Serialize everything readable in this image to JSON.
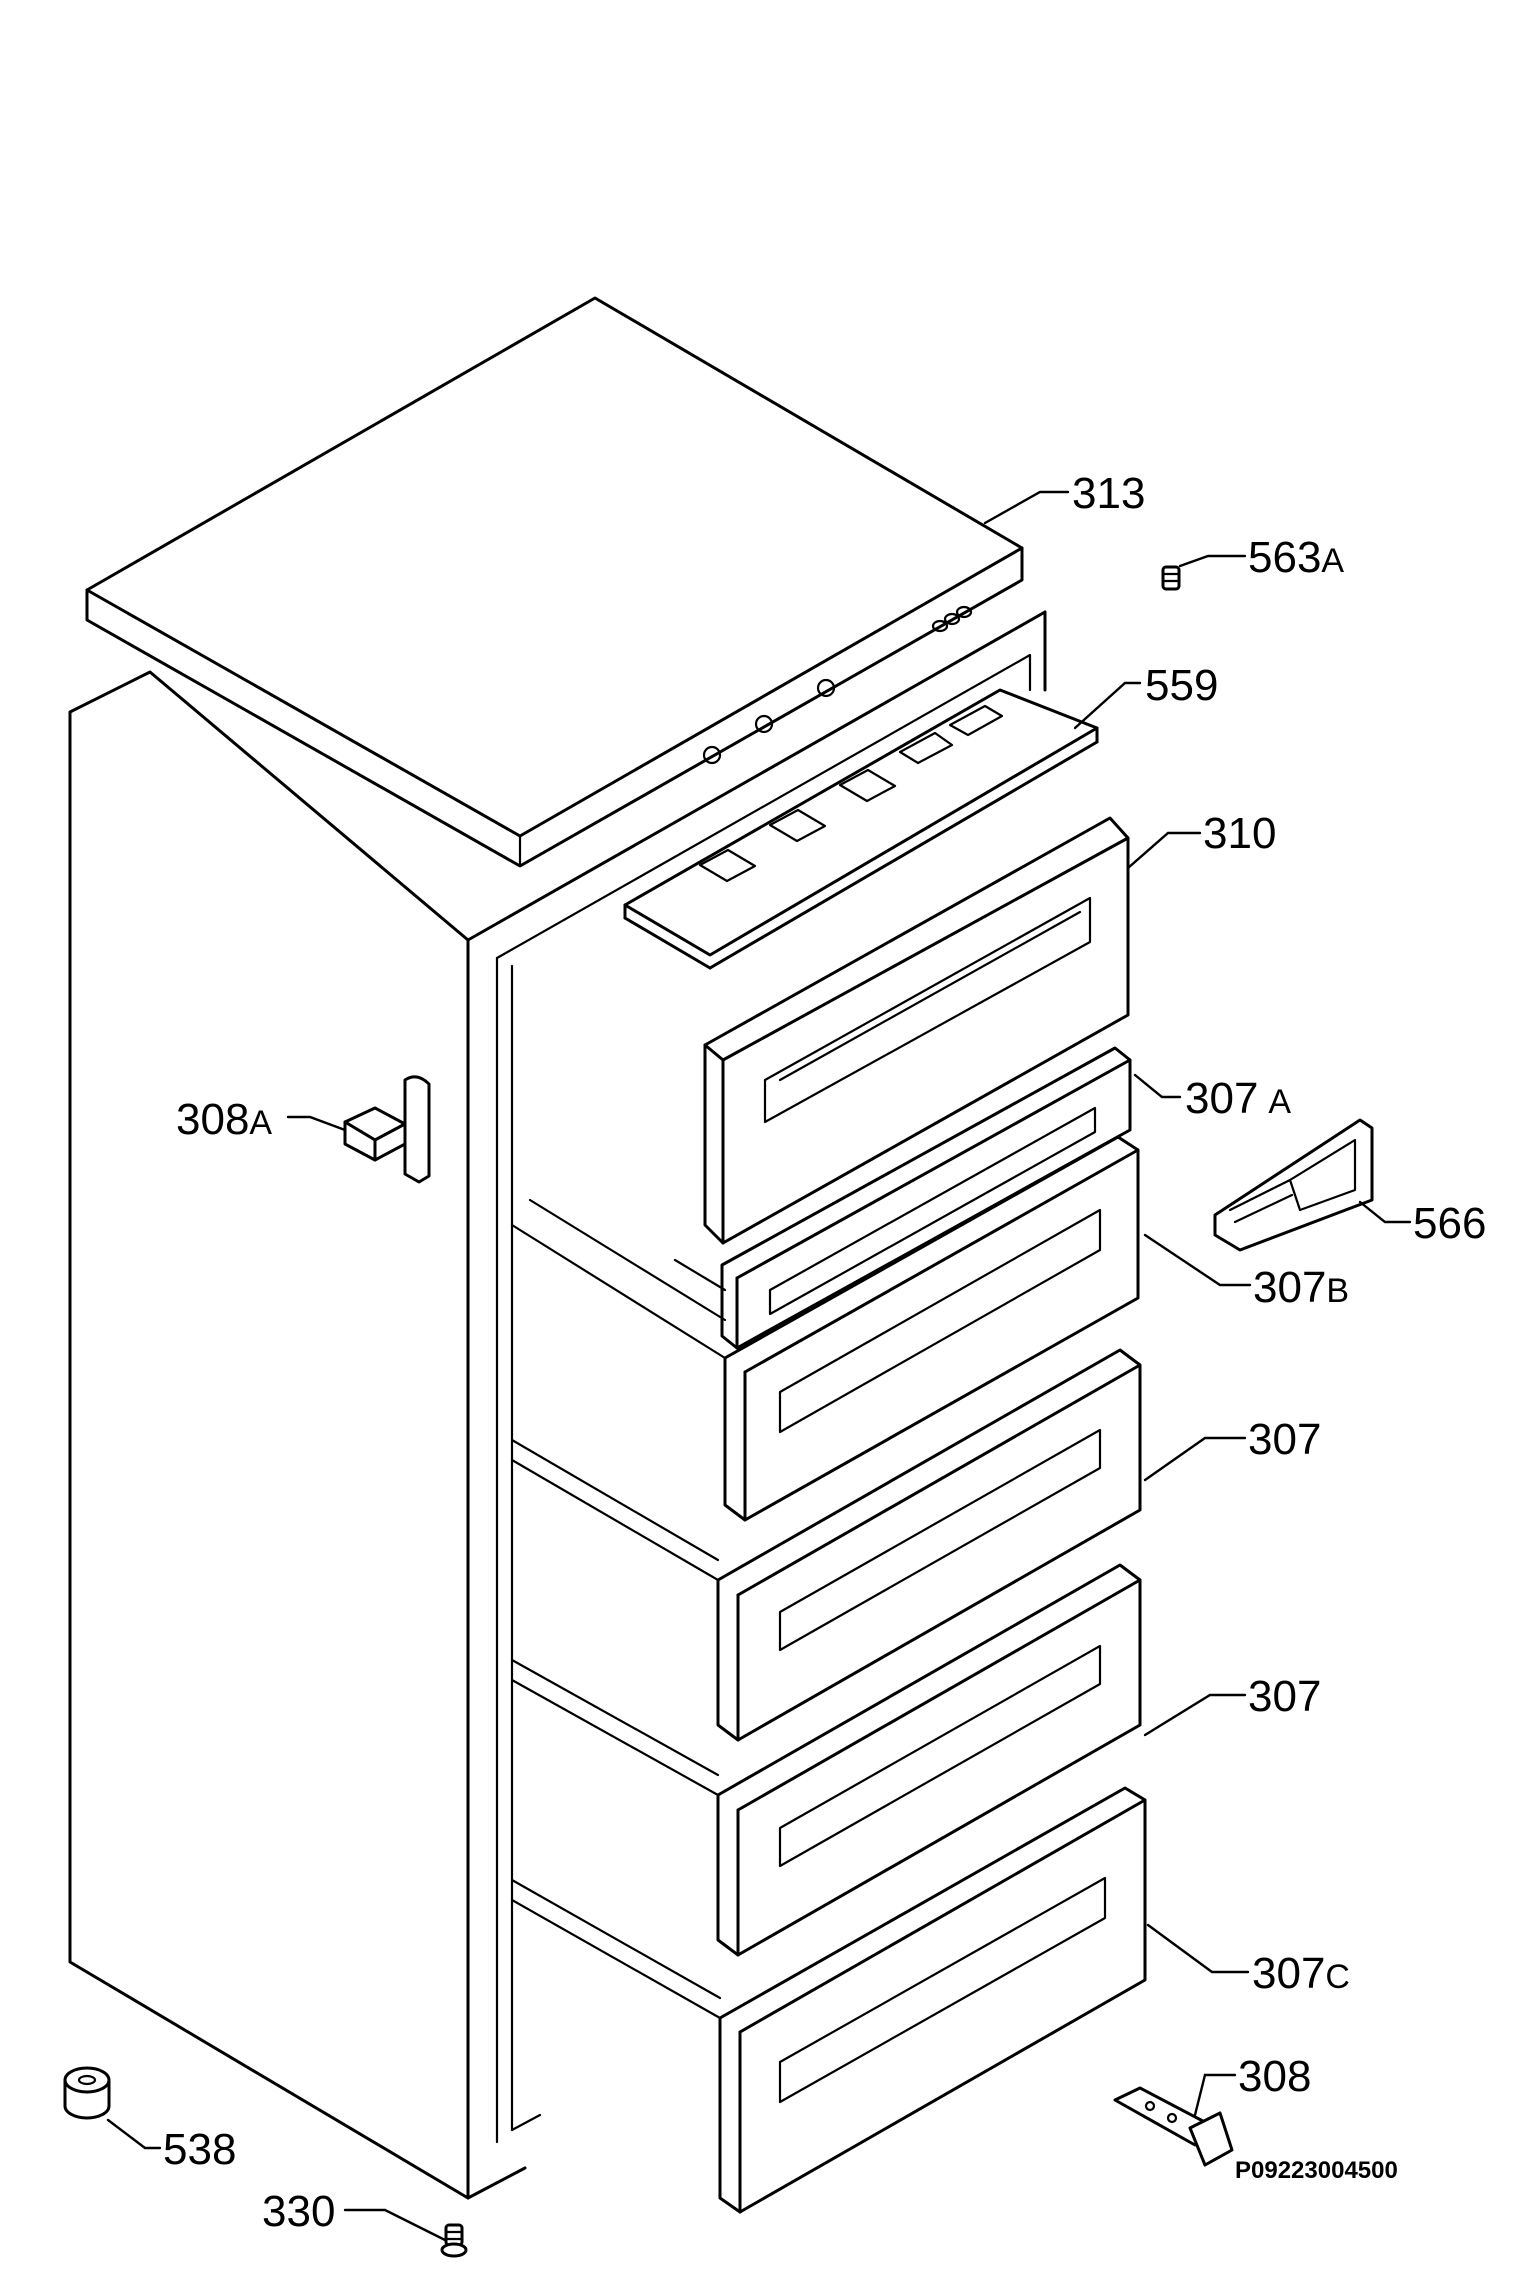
{
  "labels": {
    "p313": {
      "num": "313",
      "suffix": ""
    },
    "p563a": {
      "num": "563",
      "suffix": "A"
    },
    "p559": {
      "num": "559",
      "suffix": ""
    },
    "p310": {
      "num": "310",
      "suffix": ""
    },
    "p308a": {
      "num": "308",
      "suffix": "A"
    },
    "p307a": {
      "num": "307",
      "suffix": "A"
    },
    "p566": {
      "num": "566",
      "suffix": ""
    },
    "p307b": {
      "num": "307",
      "suffix": "B"
    },
    "p307_1": {
      "num": "307",
      "suffix": ""
    },
    "p307_2": {
      "num": "307",
      "suffix": ""
    },
    "p307c": {
      "num": "307",
      "suffix": "C"
    },
    "p308": {
      "num": "308",
      "suffix": ""
    },
    "p538": {
      "num": "538",
      "suffix": ""
    },
    "p330": {
      "num": "330",
      "suffix": ""
    }
  },
  "drawing_code": "P09223004500"
}
